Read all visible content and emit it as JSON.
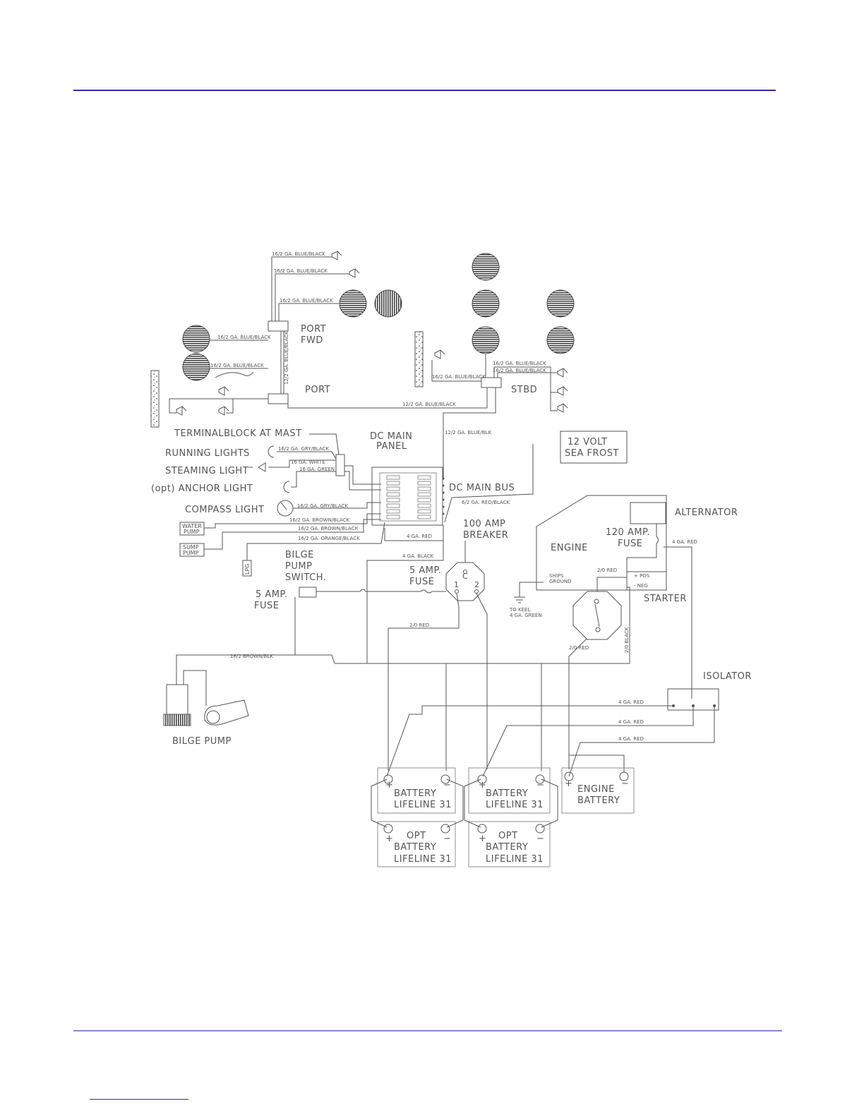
{
  "labels": {
    "port_fwd_1": "PORT",
    "port_fwd_2": "FWD",
    "port": "PORT",
    "stbd": "STBD",
    "terminal_block": "TERMINALBLOCK AT MAST",
    "running_lights": "RUNNING LIGHTS",
    "steaming_light": "STEAMING LIGHT",
    "anchor_light": "(opt) ANCHOR LIGHT",
    "compass_light": "COMPASS LIGHT",
    "water_pump_1": "WATER",
    "water_pump_2": "PUMP",
    "sump_pump_1": "SUMP",
    "sump_pump_2": "PUMP",
    "lpg": "LPG",
    "dc_main_panel_1": "DC MAIN",
    "dc_main_panel_2": "PANEL",
    "dc_main_bus": "DC MAIN BUS",
    "sea_frost_1": "12 VOLT",
    "sea_frost_2": "SEA FROST",
    "breaker_1": "100 AMP",
    "breaker_2": "BREAKER",
    "alternator": "ALTERNATOR",
    "fuse120_1": "120 AMP.",
    "fuse120_2": "FUSE",
    "engine": "ENGINE",
    "ships_ground_1": "SHIPS",
    "ships_ground_2": "GROUND",
    "pos": "+ POS",
    "neg": "- NEG",
    "starter": "STARTER",
    "to_keel_1": "TO KEEL",
    "to_keel_2": "4 GA. GREEN",
    "bilge_switch_1": "BILGE",
    "bilge_switch_2": "PUMP",
    "bilge_switch_3": "SWITCH.",
    "fuse5a_1": "5 AMP.",
    "fuse5a_2": "FUSE",
    "fuse5b_1": "5 AMP.",
    "fuse5b_2": "FUSE",
    "switch_c": "C",
    "switch_1": "1",
    "switch_2": "2",
    "isolator": "ISOLATOR",
    "bilge_pump": "BILGE PUMP",
    "battery1_1": "BATTERY",
    "battery1_2": "LIFELINE 31",
    "battery2_1": "BATTERY",
    "battery2_2": "LIFELINE 31",
    "engine_battery_1": "ENGINE",
    "engine_battery_2": "BATTERY",
    "opt_battery1_1": "OPT",
    "opt_battery1_2": "BATTERY",
    "opt_battery1_3": "LIFELINE 31",
    "opt_battery2_1": "OPT",
    "opt_battery2_2": "BATTERY",
    "opt_battery2_3": "LIFELINE 31",
    "plus": "+",
    "minus": "−"
  },
  "wires": {
    "w1": "16/2 GA. BLUE/BLACK",
    "w2": "16/2 GA. BLUE/BLACK",
    "w3": "16/2 GA. BLUE/BLACK",
    "w4": "16/2 GA. BLUE/BLACK",
    "w5": "16/2 GA. BLUE/BLACK",
    "w6": "12/2 GA. BLUE/BLACK",
    "w7": "12/2 GA. BLUE/BLACK",
    "w8": "16/2 GA. BLUE/BLACK",
    "w9": "16/2 GA. BLUE/BLACK",
    "w10": "16/2 GA. BLUE/BLACK",
    "w11": "12/2 GA. BLUE/BLK",
    "w12": "16/2 GA. GRY/BLACK",
    "w13": "16 GA. WHITE",
    "w14": "16 GA. GREEN",
    "w15": "16/2 GA. GRY/BLACK",
    "w16": "16/2 GA. BROWN/BLACK",
    "w17": "16/2 GA. BROWN/BLACK",
    "w18": "16/2 GA. ORANGE/BLACK",
    "w19": "4 GA. RED",
    "w20": "4 GA. BLACK",
    "w21": "6/2 GA. RED/BLACK",
    "w22": "4 GA. RED",
    "w23": "2/0 RED",
    "w24": "2/0 RED",
    "w25": "2/0 RED",
    "w26": "2/0 BLACK",
    "w27": "16/2 BROWN/BLK",
    "w28": "4 GA. RED",
    "w29": "4 GA. RED",
    "w30": "4 GA. RED"
  },
  "colors": {
    "rule": "#2b2fa8",
    "ink": "#555555"
  }
}
